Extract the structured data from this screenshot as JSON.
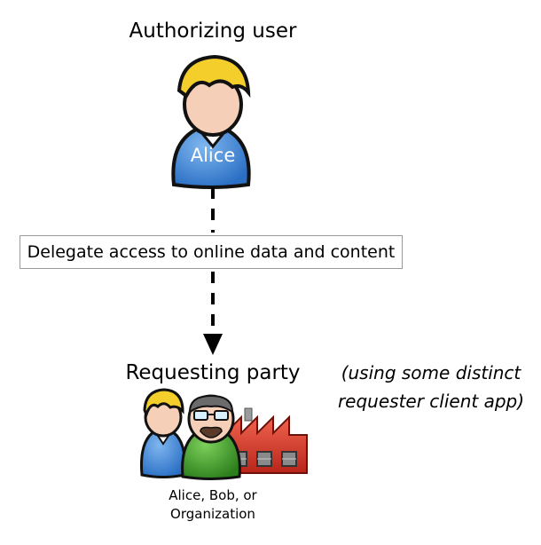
{
  "authorizing": {
    "title": "Authorizing user",
    "avatar_label": "Alice"
  },
  "delegation": {
    "label": "Delegate access to online data and content"
  },
  "requesting": {
    "title": "Requesting party",
    "note_line1": "(using some distinct",
    "note_line2": "requester client app)",
    "caption_line1": "Alice, Bob, or",
    "caption_line2": "Organization"
  },
  "icons": {
    "authorizing_user": "person-icon",
    "alice_small": "person-icon",
    "bob": "person-with-glasses-icon",
    "organization": "factory-icon",
    "arrow": "dashed-arrow-down"
  },
  "colors": {
    "shirt_blue": "#3d86d8",
    "hair_yellow": "#f4cf2c",
    "skin": "#f5cfb8",
    "bob_green": "#3f9d2a",
    "factory_red": "#d93a2a"
  }
}
